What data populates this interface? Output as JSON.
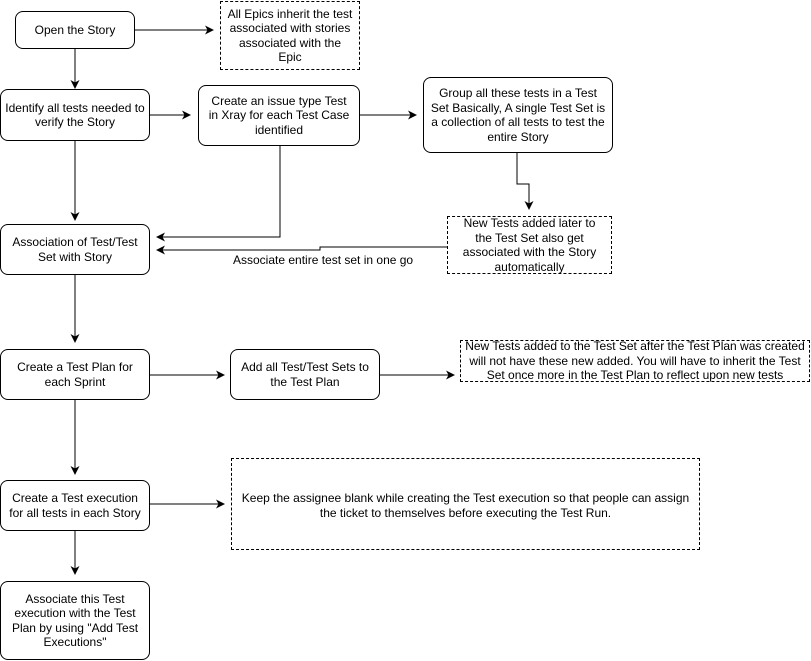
{
  "nodes": {
    "open_story": "Open the Story",
    "epics_note": "All Epics inherit the test associated with stories associated with the Epic",
    "identify_tests": "Identify all tests needed to verify the Story",
    "create_issue": "Create an issue type Test in Xray for each Test Case identified",
    "group_tests": "Group all these tests in a Test Set Basically, A single Test Set is a collection of all tests to test the entire Story",
    "new_tests_note": "New Tests added later to the Test Set also get associated with the Story automatically",
    "association": "Association of Test/Test Set with Story",
    "create_plan": "Create a Test Plan for each Sprint",
    "add_sets": "Add all Test/Test Sets to the Test Plan",
    "plan_note": "New Tests added to the Test Set after the Test Plan was created will not have these new added. You will have to inherit the Test Set once more in the Test Plan to reflect upon new tests",
    "create_execution": "Create a Test execution for all tests in each Story",
    "assignee_note": "Keep the assignee blank while creating the Test execution so that people can assign the ticket to themselves before executing the Test Run.",
    "associate_execution": "Associate this Test execution with the Test Plan by using \"Add Test Executions\""
  },
  "edge_labels": {
    "associate_entire": "Associate entire test set in one go"
  },
  "colors": {
    "stroke": "#000000",
    "fill": "#ffffff"
  }
}
